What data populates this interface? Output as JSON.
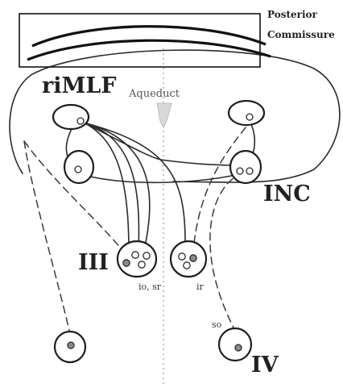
{
  "labels": {
    "posterior": "Posterior",
    "commissure": "Commissure",
    "rimlf": "riMLF",
    "aqueduct": "Aqueduct",
    "inc": "INC",
    "nucleus_iii": "III",
    "io_sr": "io, sr",
    "ir": "ir",
    "so": "so",
    "nucleus_iv": "IV"
  }
}
